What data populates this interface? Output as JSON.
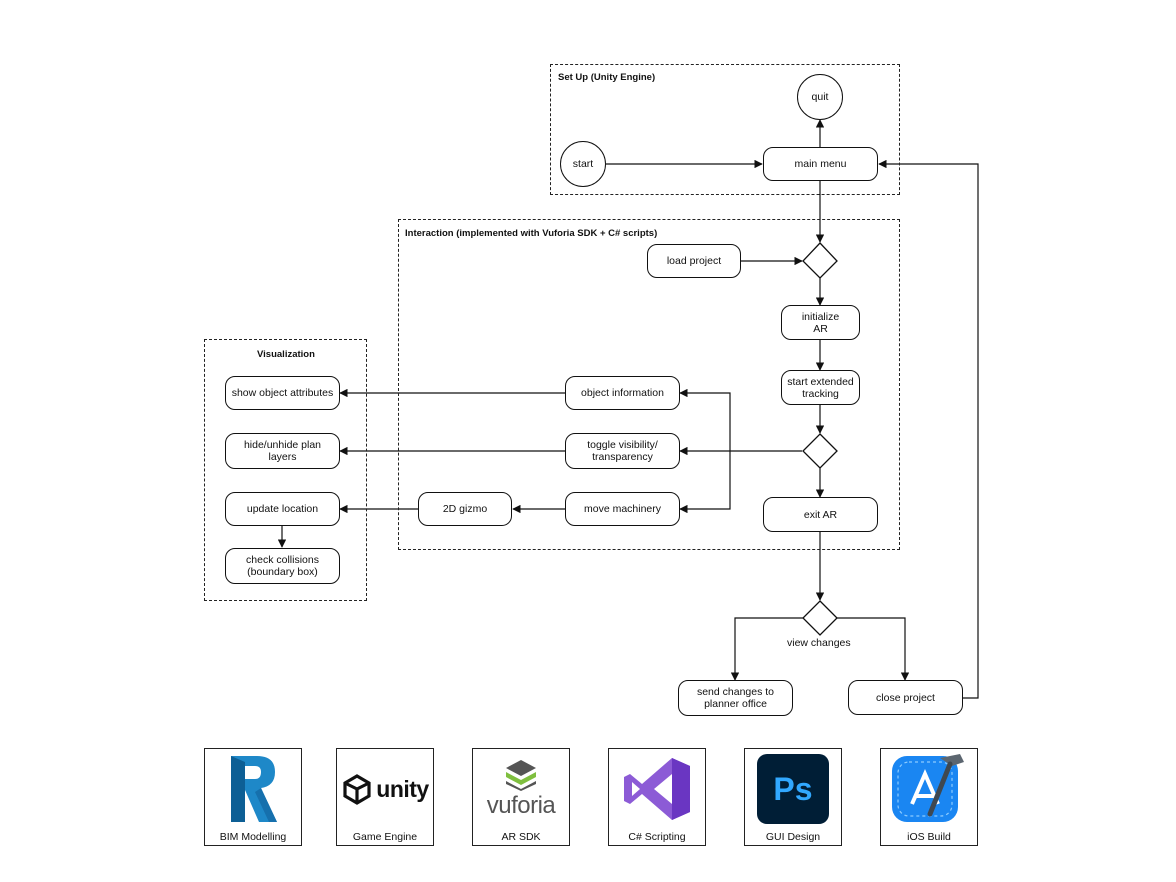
{
  "groups": {
    "setup": "Set Up (Unity Engine)",
    "interaction": "Interaction (implemented with Vuforia SDK + C# scripts)",
    "visualization": "Visualization"
  },
  "nodes": {
    "quit": "quit",
    "start": "start",
    "main_menu": "main menu",
    "load_project": "load project",
    "initialize_ar": "initialize\nAR",
    "start_extended_tracking": "start extended\ntracking",
    "exit_ar": "exit AR",
    "object_information": "object information",
    "toggle_visibility": "toggle visibility/\ntransparency",
    "move_machinery": "move machinery",
    "gizmo_2d": "2D gizmo",
    "show_object_attributes": "show object attributes",
    "hide_unhide_plan_layers": "hide/unhide plan\nlayers",
    "update_location": "update location",
    "check_collisions": "check collisions\n(boundary box)",
    "send_changes": "send changes to\nplanner office",
    "close_project": "close project"
  },
  "edge_labels": {
    "view_changes": "view changes"
  },
  "tools": [
    {
      "caption": "BIM Modelling",
      "icon": "revit-icon"
    },
    {
      "caption": "Game Engine",
      "icon": "unity-icon",
      "wordmark": "unity"
    },
    {
      "caption": "AR SDK",
      "icon": "vuforia-icon",
      "wordmark": "vuforia"
    },
    {
      "caption": "C# Scripting",
      "icon": "visual-studio-icon"
    },
    {
      "caption": "GUI Design",
      "icon": "photoshop-icon",
      "wordmark": "Ps"
    },
    {
      "caption": "iOS Build",
      "icon": "xcode-icon"
    }
  ],
  "colors": {
    "revit_blue": "#1e88c8",
    "visual_studio_purple": "#8c5bd6",
    "photoshop_bg": "#001e36",
    "photoshop_blue": "#31a8ff",
    "xcode_blue": "#1a86f2",
    "vuforia_green": "#7fbf3f"
  }
}
